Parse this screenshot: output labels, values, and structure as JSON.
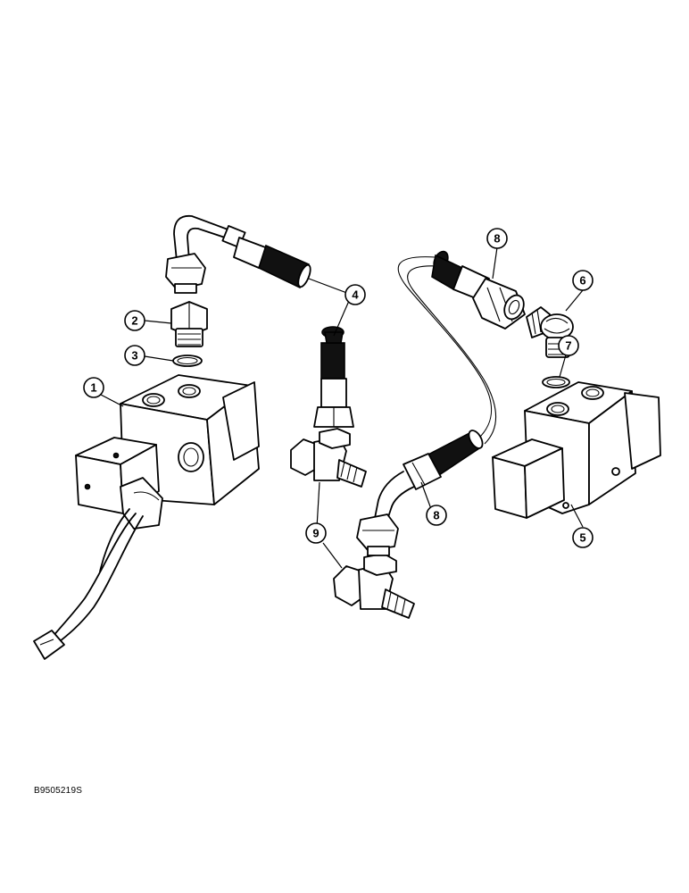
{
  "callouts": [
    {
      "id": "1",
      "label": "1"
    },
    {
      "id": "2",
      "label": "2"
    },
    {
      "id": "3",
      "label": "3"
    },
    {
      "id": "4",
      "label": "4"
    },
    {
      "id": "5",
      "label": "5"
    },
    {
      "id": "6",
      "label": "6"
    },
    {
      "id": "7",
      "label": "7"
    },
    {
      "id": "8a",
      "label": "8"
    },
    {
      "id": "8b",
      "label": "8"
    },
    {
      "id": "9",
      "label": "9"
    }
  ],
  "drawing_code": "B9505219S"
}
